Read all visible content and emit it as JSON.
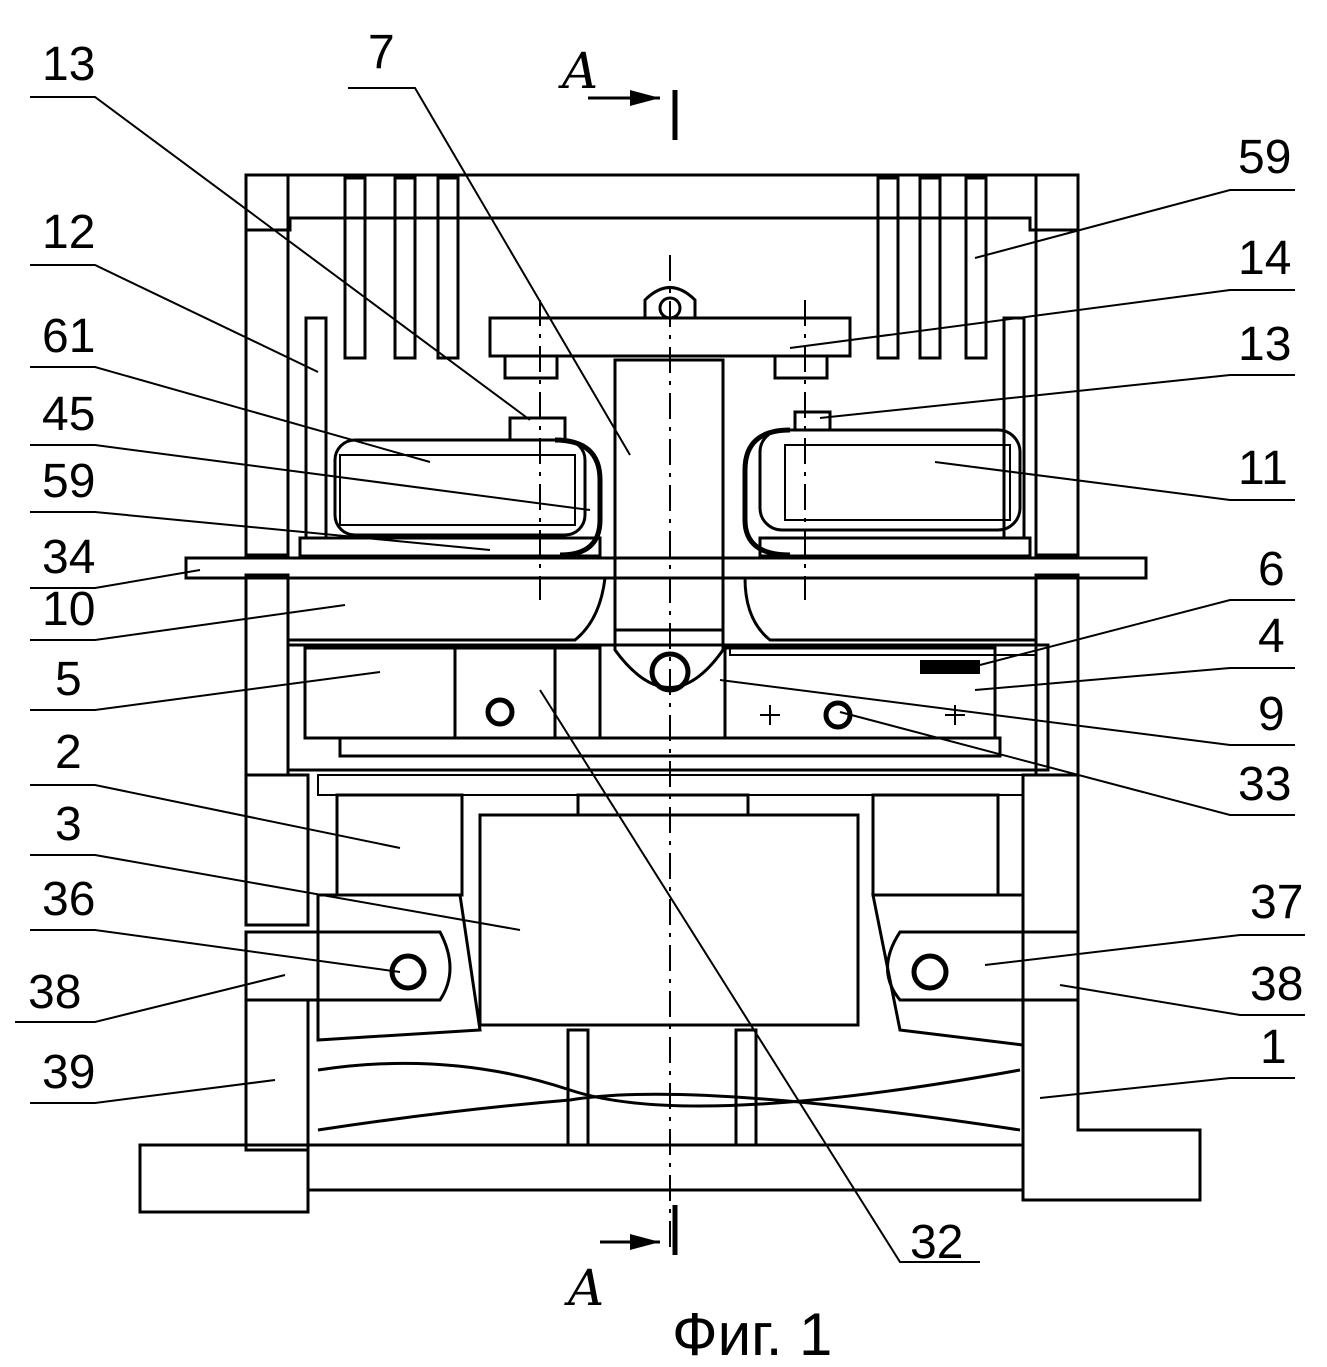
{
  "figure": {
    "caption": "Фиг. 1",
    "section_letter_top": "A",
    "section_letter_bottom": "A"
  },
  "labels_left": [
    {
      "id": "l13a",
      "text": "13"
    },
    {
      "id": "l12",
      "text": "12"
    },
    {
      "id": "l61",
      "text": "61"
    },
    {
      "id": "l45",
      "text": "45"
    },
    {
      "id": "l59a",
      "text": "59"
    },
    {
      "id": "l34",
      "text": "34"
    },
    {
      "id": "l10",
      "text": "10"
    },
    {
      "id": "l5",
      "text": "5"
    },
    {
      "id": "l2",
      "text": "2"
    },
    {
      "id": "l3",
      "text": "3"
    },
    {
      "id": "l36",
      "text": "36"
    },
    {
      "id": "l38a",
      "text": "38"
    },
    {
      "id": "l39",
      "text": "39"
    }
  ],
  "labels_top": [
    {
      "id": "l7",
      "text": "7"
    }
  ],
  "labels_right": [
    {
      "id": "l59b",
      "text": "59"
    },
    {
      "id": "l14",
      "text": "14"
    },
    {
      "id": "l13b",
      "text": "13"
    },
    {
      "id": "l11",
      "text": "11"
    },
    {
      "id": "l6",
      "text": "6"
    },
    {
      "id": "l4",
      "text": "4"
    },
    {
      "id": "l9",
      "text": "9"
    },
    {
      "id": "l33",
      "text": "33"
    },
    {
      "id": "l37",
      "text": "37"
    },
    {
      "id": "l38b",
      "text": "38"
    },
    {
      "id": "l1",
      "text": "1"
    }
  ],
  "labels_bottom": [
    {
      "id": "l32",
      "text": "32"
    }
  ]
}
